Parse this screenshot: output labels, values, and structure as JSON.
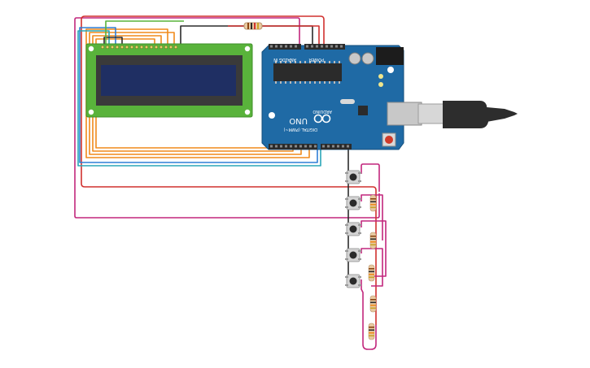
{
  "board": {
    "name": "UNO",
    "brand": "ARDUINO",
    "digital_label": "DIGITAL (PWM~)",
    "analog_label": "ANALOG IN",
    "power_label": "POWER",
    "color": "#1f6aa5"
  },
  "lcd": {
    "screen_color": "#1f2f63",
    "pcb_color": "#59b33b"
  },
  "components": {
    "pushbutton_count": 5,
    "resistor_count": 6
  },
  "wire_colors": {
    "red": "#d1312f",
    "black": "#2b2b2b",
    "orange": "#f08a1c",
    "magenta": "#c2277d",
    "blue": "#2f7fd6",
    "teal": "#2aa6b8",
    "dark_gray": "#555555"
  },
  "icons": {
    "usb_cable": "usb-cable-icon",
    "arduino_logo": "infinity-logo-icon"
  }
}
